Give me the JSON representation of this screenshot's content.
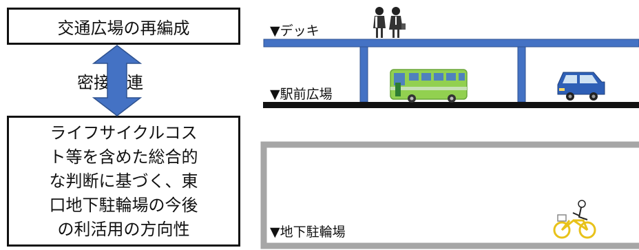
{
  "left_panel": {
    "top_box_label": "交通広場の再編成",
    "connector_label": "密接関連",
    "bottom_box_lines": [
      "ライフサイクルコス",
      "ト等を含めた総合的",
      "な判断に基づく、東",
      "口地下駐輪場の今後",
      "の利活用の方向性"
    ]
  },
  "right_panel": {
    "deck_label": "▼デッキ",
    "plaza_label": "▼駅前広場",
    "underground_label": "▼地下駐輪場"
  },
  "colors": {
    "deck_blue": "#4472c4",
    "arrow_blue": "#4472c4",
    "ground_black": "#111111",
    "underground_gray": "#a6a6a6",
    "bus_green": "#92d050",
    "car_blue": "#2e5fb6",
    "bicycle_yellow": "#e8c21a"
  }
}
